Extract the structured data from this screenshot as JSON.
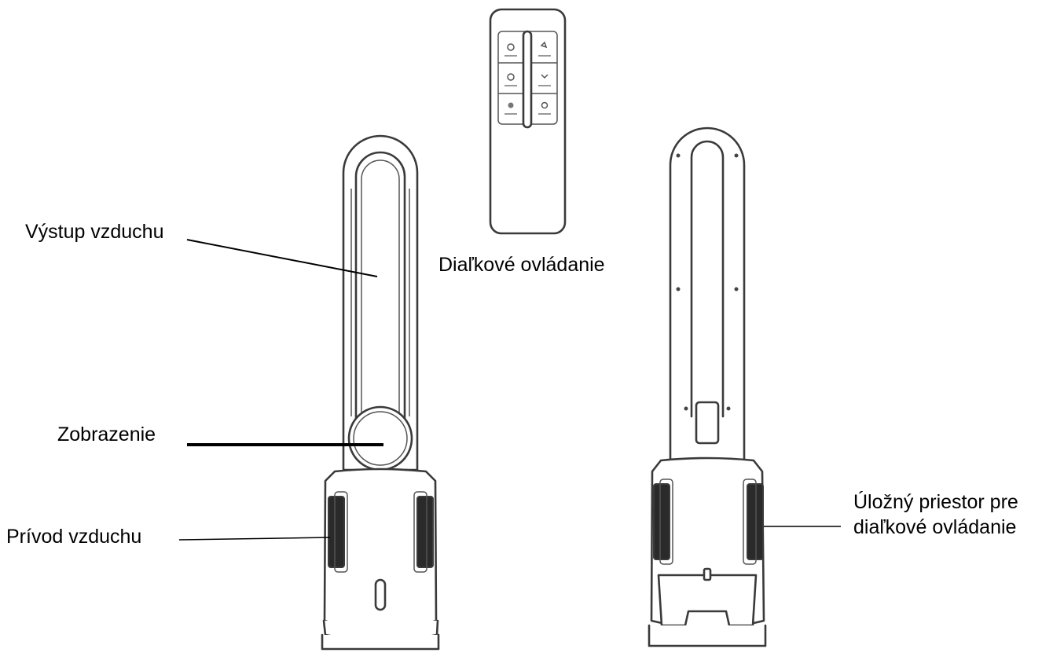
{
  "labels": {
    "air_outlet": "Výstup vzduchu",
    "display": "Zobrazenie",
    "air_inlet": "Prívod vzduchu",
    "remote": "Diaľkové ovládanie",
    "storage_line1": "Úložný priestor pre",
    "storage_line2": "diaľkové ovládanie"
  },
  "colors": {
    "line": "#3a3a3a",
    "grille": "#2a2a2a",
    "background": "#ffffff"
  }
}
